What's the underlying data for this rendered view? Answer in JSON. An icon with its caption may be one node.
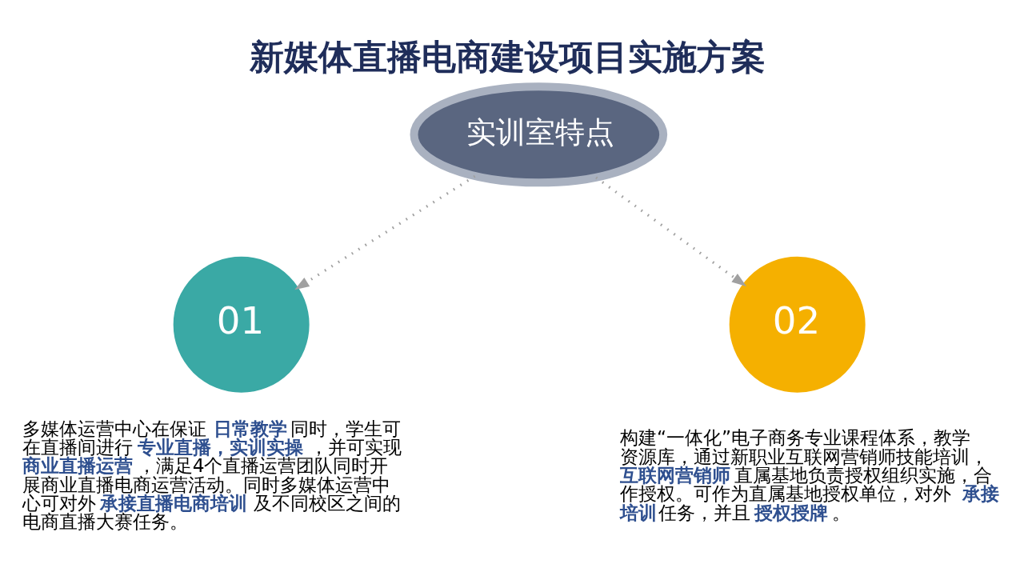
{
  "diagram": {
    "title": "新媒体直播电商建设项目实施方案",
    "nodes": [
      {
        "text": [
          "实训室特点"
        ]
      },
      {
        "text": [
          "01"
        ],
        "beside": [
          "多媒体运营中心在保证**日常教学**同时，学生可在直播间进行**专业直播，实训实操**，并可实现**商业直播运营**，满足4个直播运营团队同时开展商业直播电商运营活动。同时多媒体运营中心可对外**承接直播电商培训**及不同校区之间的电商直播大赛任务。"
        ]
      },
      {
        "text": [
          "02"
        ],
        "beside": [
          "构建“一体化”电子商务专业课程体系，教学资源库，通过新职业互联网营销师技能培训，**互联网营销师**直属基地负责授权组织实施，合作授权。可作为直属基地授权单位，对外**承接培训**任务，并且**授权授牌**。"
        ]
      }
    ],
    "edges": [
      {
        "from": 0,
        "to": 1,
        "arrow": "to",
        "style": "dashed"
      },
      {
        "from": 0,
        "to": 2,
        "arrow": "to",
        "style": "dashed"
      }
    ]
  }
}
